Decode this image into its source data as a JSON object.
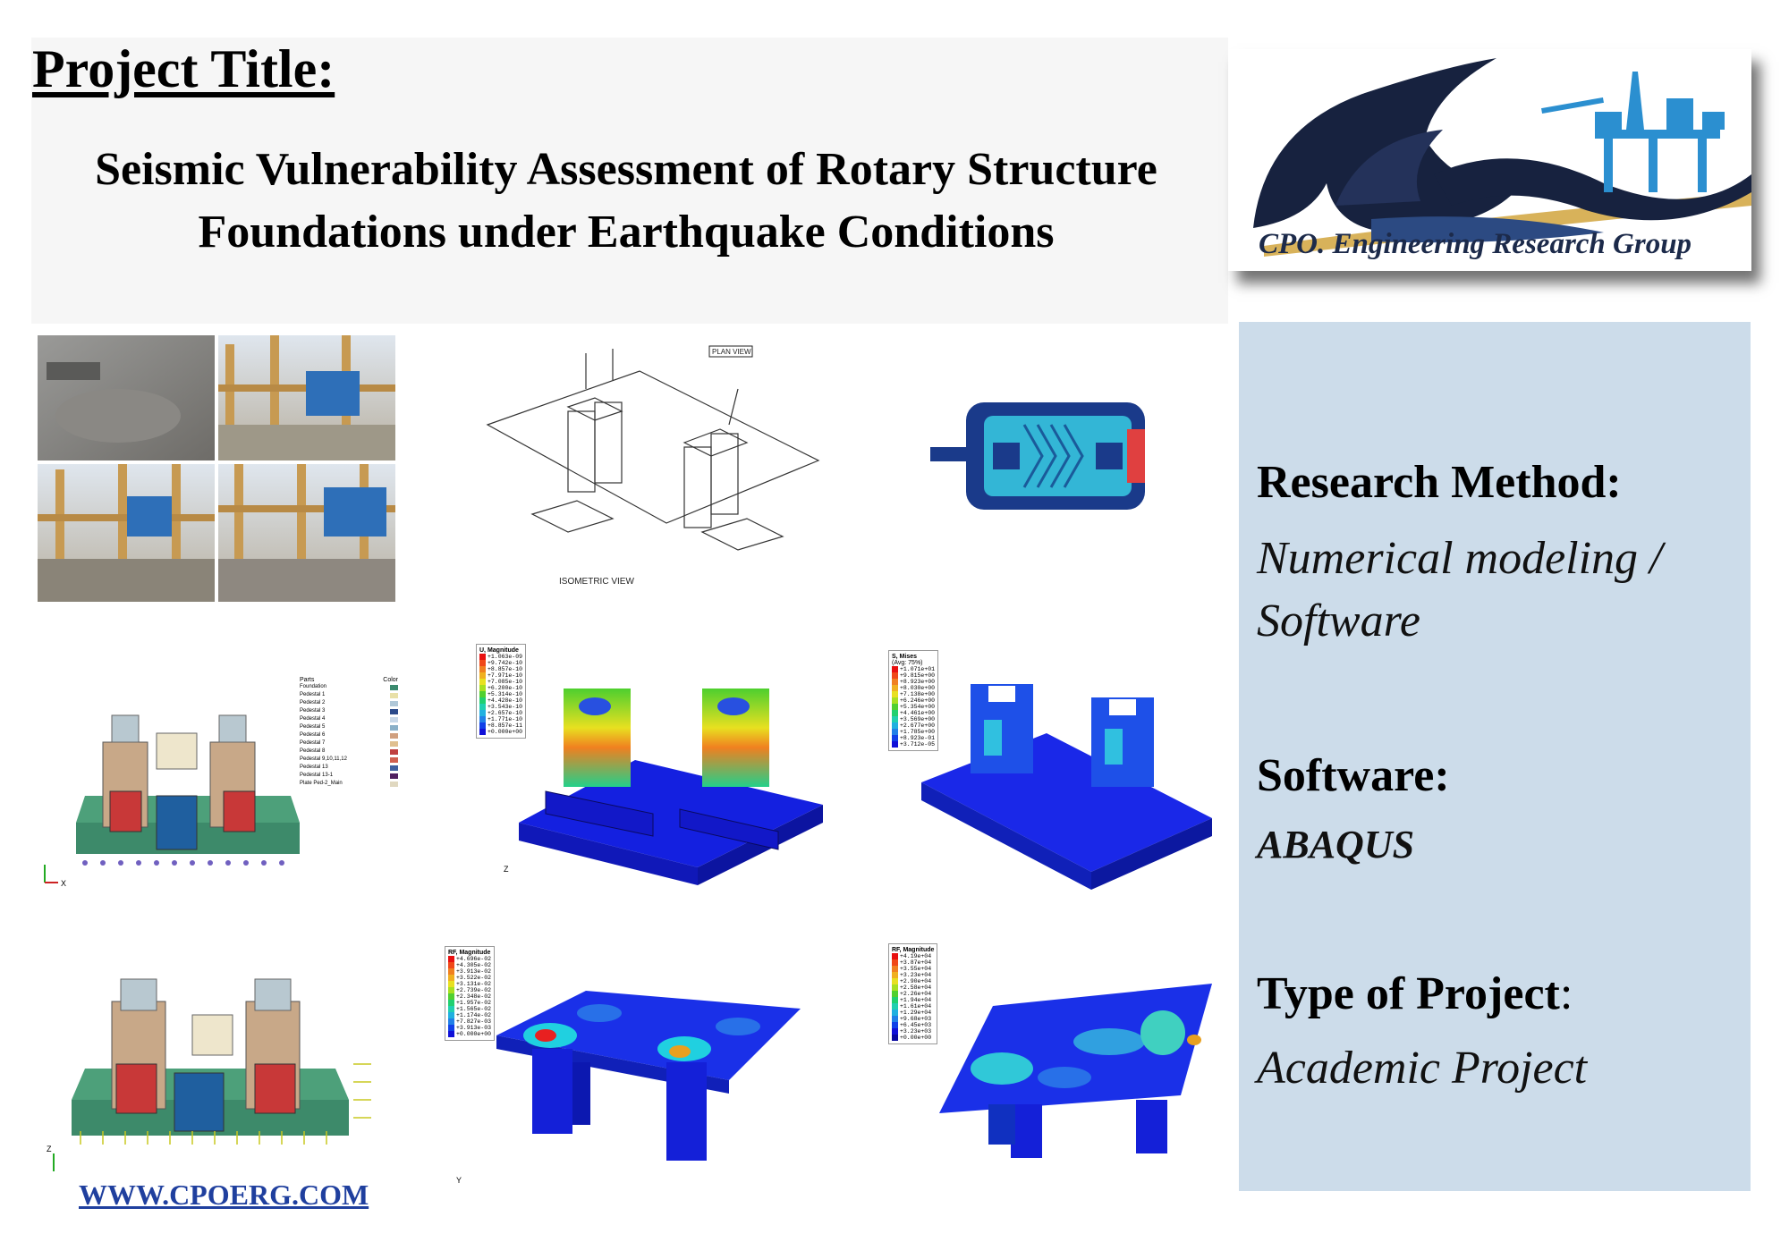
{
  "header": {
    "label": "Project Title:",
    "title_line1": "Seismic Vulnerability Assessment of Rotary Structure",
    "title_line2": "Foundations under Earthquake Conditions"
  },
  "logo": {
    "text": "CPO. Engineering Research Group",
    "colors": {
      "wave": "#17223f",
      "rig": "#2b8fd0",
      "sand": "#d8b25a"
    }
  },
  "sidebar": {
    "research_method_label": "Research Method:",
    "research_method_value_line1": "Numerical modeling /",
    "research_method_value_line2": "Software",
    "software_label": "Software:",
    "software_value": "ABAQUS",
    "project_type_label": "Type of Project",
    "project_type_colon": ":",
    "project_type_value": "Academic Project"
  },
  "figures": {
    "isometric_label": "ISOMETRIC VIEW",
    "plan_label": "PLAN VIEW",
    "legend_u_title": "U, Magnitude",
    "legend_u_values": [
      "+1.063e-09",
      "+9.742e-10",
      "+8.857e-10",
      "+7.971e-10",
      "+7.085e-10",
      "+6.200e-10",
      "+5.314e-10",
      "+4.428e-10",
      "+3.543e-10",
      "+2.657e-10",
      "+1.771e-10",
      "+8.857e-11",
      "+0.000e+00"
    ],
    "legend_s_title": "S, Mises",
    "legend_s_sub": "(Avg: 75%)",
    "legend_s_values": [
      "+1.071e+01",
      "+9.815e+00",
      "+8.923e+00",
      "+8.030e+00",
      "+7.138e+00",
      "+6.246e+00",
      "+5.354e+00",
      "+4.461e+00",
      "+3.569e+00",
      "+2.677e+00",
      "+1.785e+00",
      "+8.923e-01",
      "+3.712e-05"
    ],
    "legend_rf_title": "RF, Magnitude",
    "legend_rf_values": [
      "+4.696e-02",
      "+4.305e-02",
      "+3.913e-02",
      "+3.522e-02",
      "+3.131e-02",
      "+2.739e-02",
      "+2.348e-02",
      "+1.957e-02",
      "+1.565e-02",
      "+1.174e-02",
      "+7.827e-03",
      "+3.913e-03",
      "+0.000e+00"
    ],
    "legend_rf2_title": "RF, Magnitude",
    "legend_rf2_values": [
      "+4.19e+04",
      "+3.87e+04",
      "+3.55e+04",
      "+3.23e+04",
      "+2.90e+04",
      "+2.58e+04",
      "+2.26e+04",
      "+1.94e+04",
      "+1.61e+04",
      "+1.29e+04",
      "+9.68e+03",
      "+6.45e+03",
      "+3.23e+03",
      "+0.00e+00"
    ],
    "parts_title": "Parts",
    "parts_color": "Color",
    "parts_items": [
      "Foundation",
      "Pedestal 1",
      "Pedestal 2",
      "Pedestal 3",
      "Pedestal 4",
      "Pedestal 5",
      "Pedestal 6",
      "Pedestal 7",
      "Pedestal 8",
      "Pedestal 9,10,11,12",
      "Pedestal 13",
      "Pedestal 13-1",
      "Plate Ped-2_Main"
    ],
    "parts_colors": [
      "#3b8a6e",
      "#e8e0a8",
      "#b0c8d8",
      "#2b4a8a",
      "#c8d8e8",
      "#8ab0c8",
      "#d0a080",
      "#e0c090",
      "#c04040",
      "#d06050",
      "#4060a0",
      "#502060",
      "#e0d8c0"
    ],
    "axis_x": "X",
    "axis_y": "Y",
    "axis_z": "Z"
  },
  "footer": {
    "website": "WWW.CPOERG.COM"
  }
}
